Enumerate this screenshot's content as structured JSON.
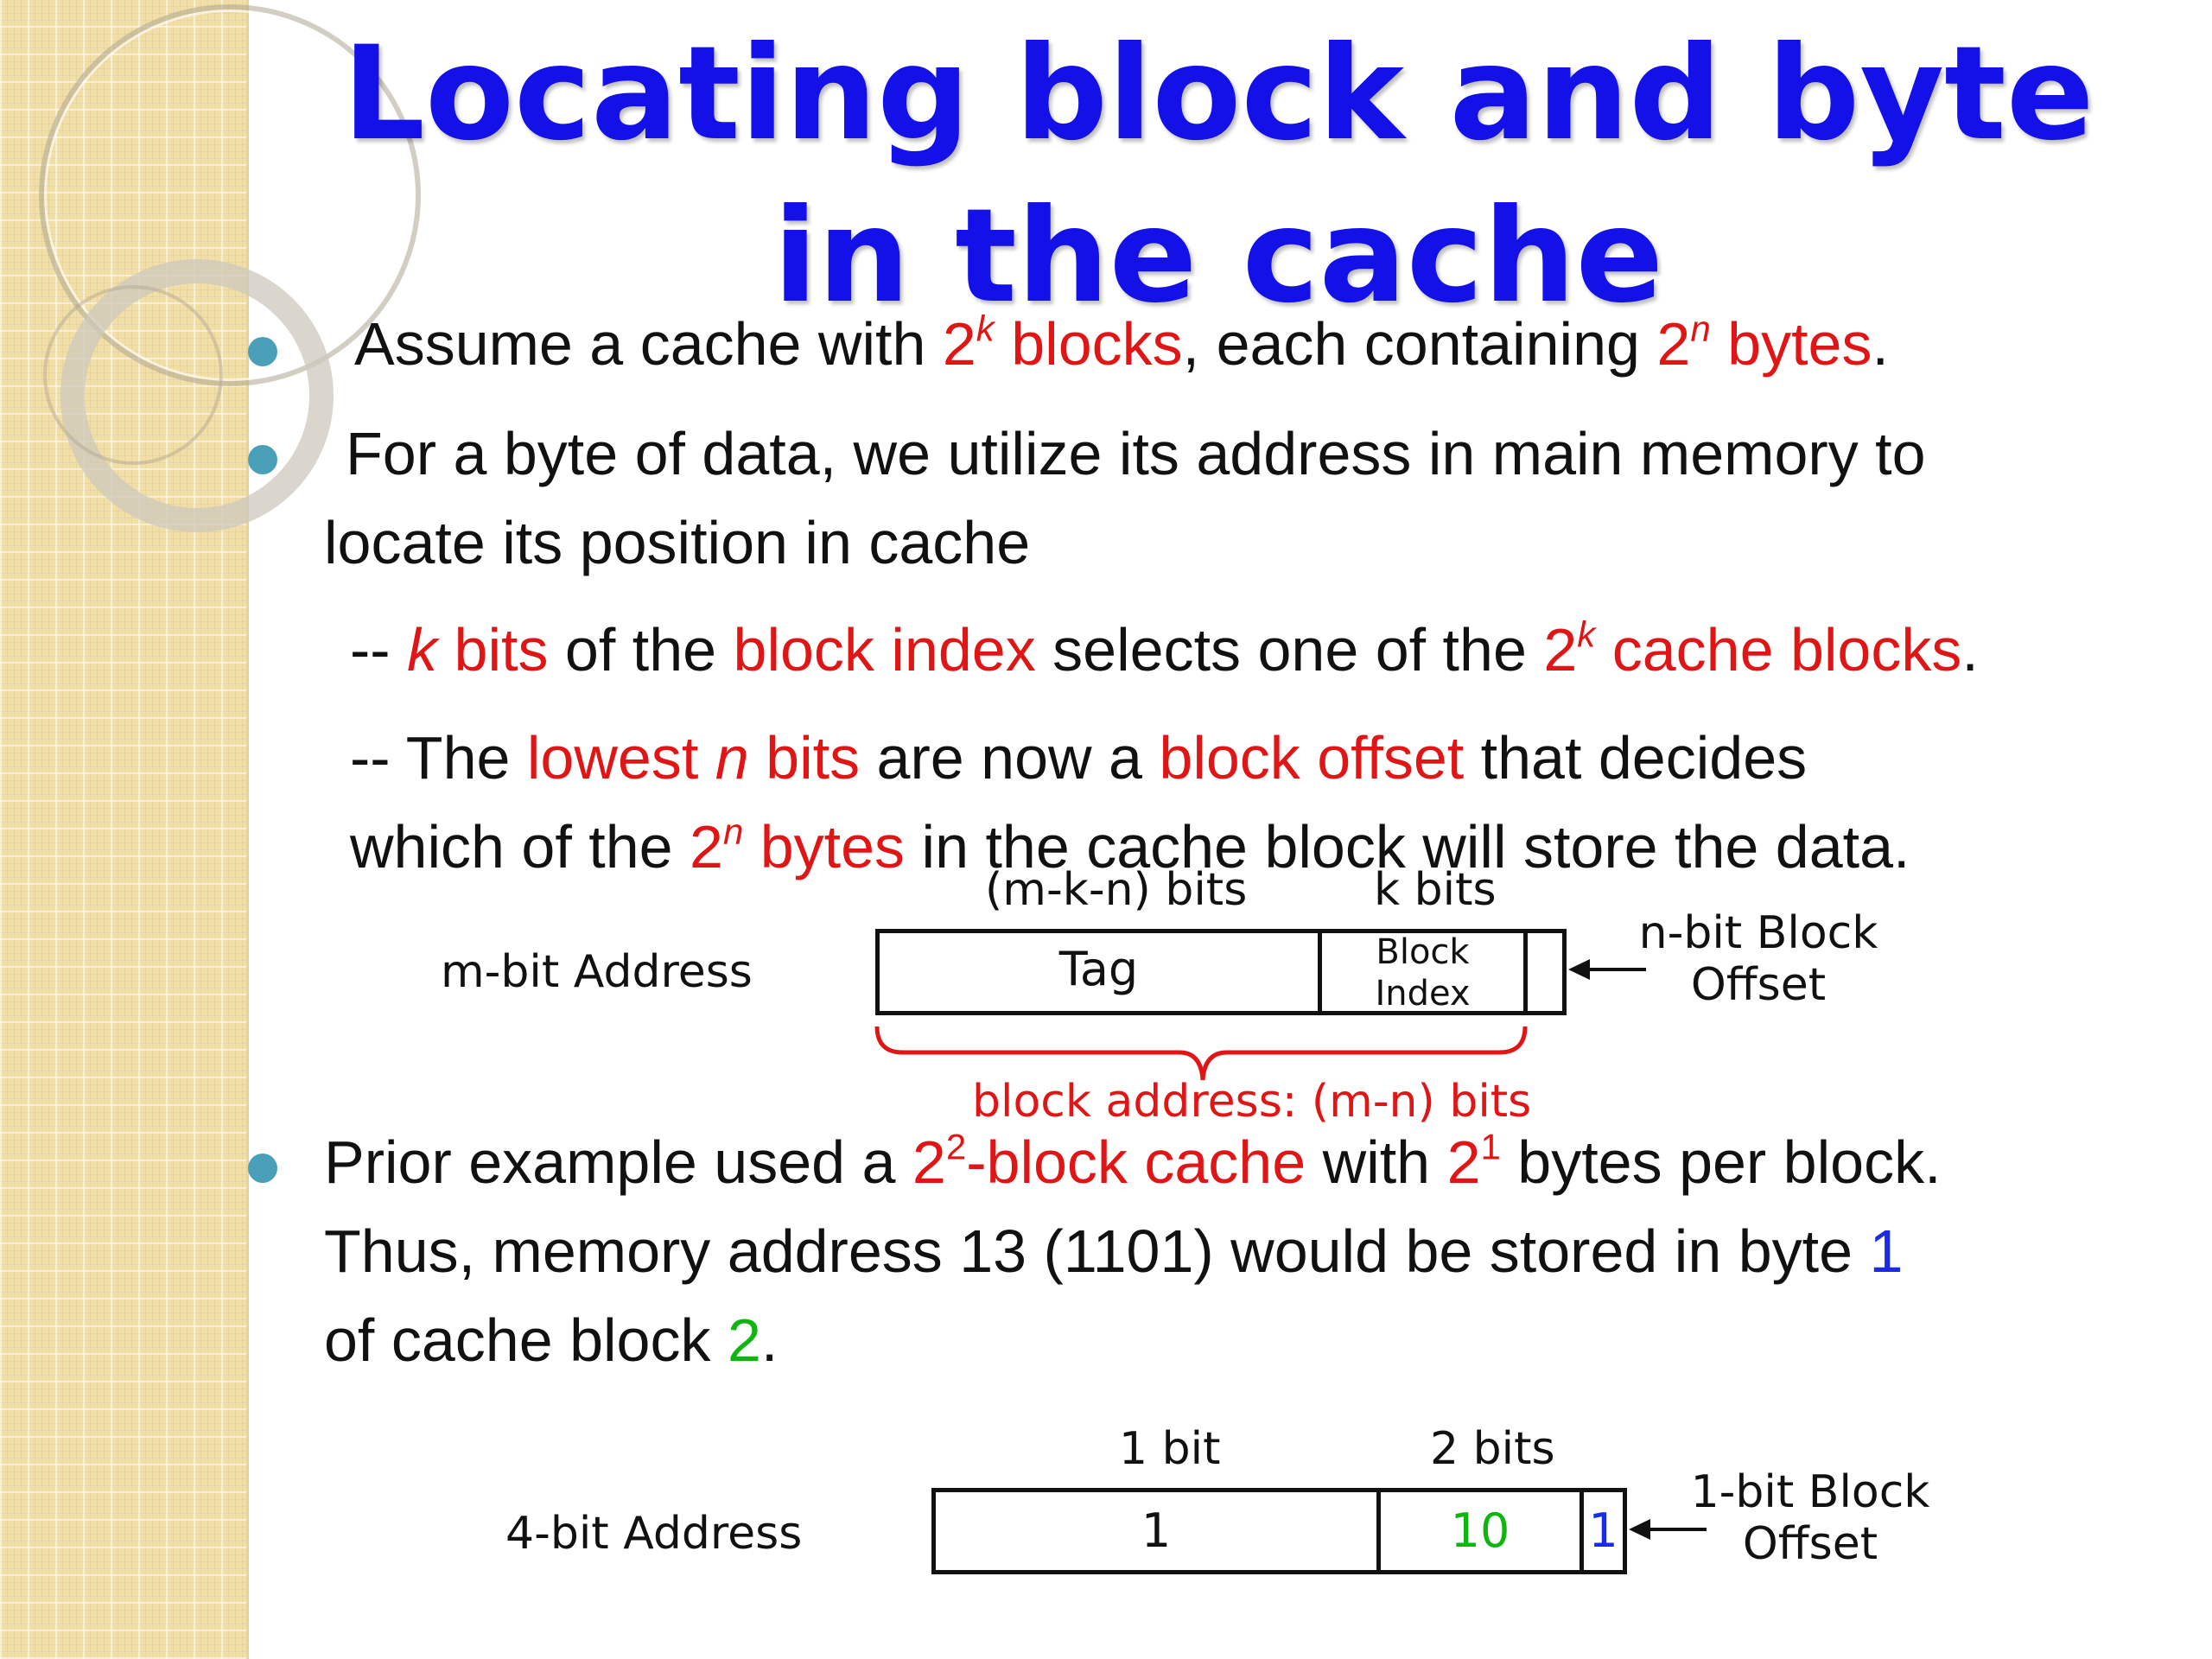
{
  "title": "Locating block and byte in the cache",
  "bullet1": {
    "t1": "Assume a cache with ",
    "t2": "2",
    "t3": "k",
    "t4": " blocks",
    "t5": ", each containing ",
    "t6": "2",
    "t7": "n",
    "t8": " bytes",
    "t9": "."
  },
  "bullet2": {
    "line1": "For a byte of data, we utilize its address in main memory to",
    "line2": "locate its position in cache"
  },
  "sub1": {
    "t1": "-- ",
    "t2": "k",
    "t3": " bits",
    "t4": " of the ",
    "t5": "block index",
    "t6": " selects one of the ",
    "t7": "2",
    "t8": "k",
    "t9": " cache blocks",
    "t10": "."
  },
  "sub2": {
    "t1": "-- The ",
    "t2": "lowest ",
    "t3": "n",
    "t4": " bits",
    "t5": " are now a ",
    "t6": "block offset",
    "t7": " that decides",
    "t8": "which of the ",
    "t9": "2",
    "t10": "n",
    "t11": " bytes",
    "t12": " in the cache block will store the data."
  },
  "diagram1": {
    "tag_bits_label": "(m-k-n) bits",
    "k_bits_label": "k bits",
    "address_label": "m-bit Address",
    "tag_label": "Tag",
    "index_label_1": "Block",
    "index_label_2": "Index",
    "offset_label_1": "n-bit Block",
    "offset_label_2": "Offset",
    "brace_label": "block address: (m-n) bits"
  },
  "bullet3": {
    "t1": "Prior example used a ",
    "t2": "2",
    "t3": "2",
    "t4": "-block cache",
    "t5": " with ",
    "t6": "2",
    "t7": "1",
    "t8": " bytes per block.",
    "line2": "Thus, memory address 13 (1101) would be stored in byte ",
    "line2_value": "1",
    "line3": "of cache block ",
    "line3_value": "2",
    "line3_end": "."
  },
  "diagram2": {
    "tag_bits_label": "1 bit",
    "index_bits_label": "2 bits",
    "address_label": "4-bit Address",
    "tag_value": "1",
    "index_value": "10",
    "offset_value": "1",
    "offset_label_1": "1-bit Block",
    "offset_label_2": "Offset"
  },
  "colors": {
    "title": "#1410e8",
    "highlight_red": "#e01515",
    "highlight_green": "#11b511",
    "highlight_blue": "#1a2ae8",
    "bullet": "#4aa0b8",
    "sidebar": "#f1dfa9"
  }
}
